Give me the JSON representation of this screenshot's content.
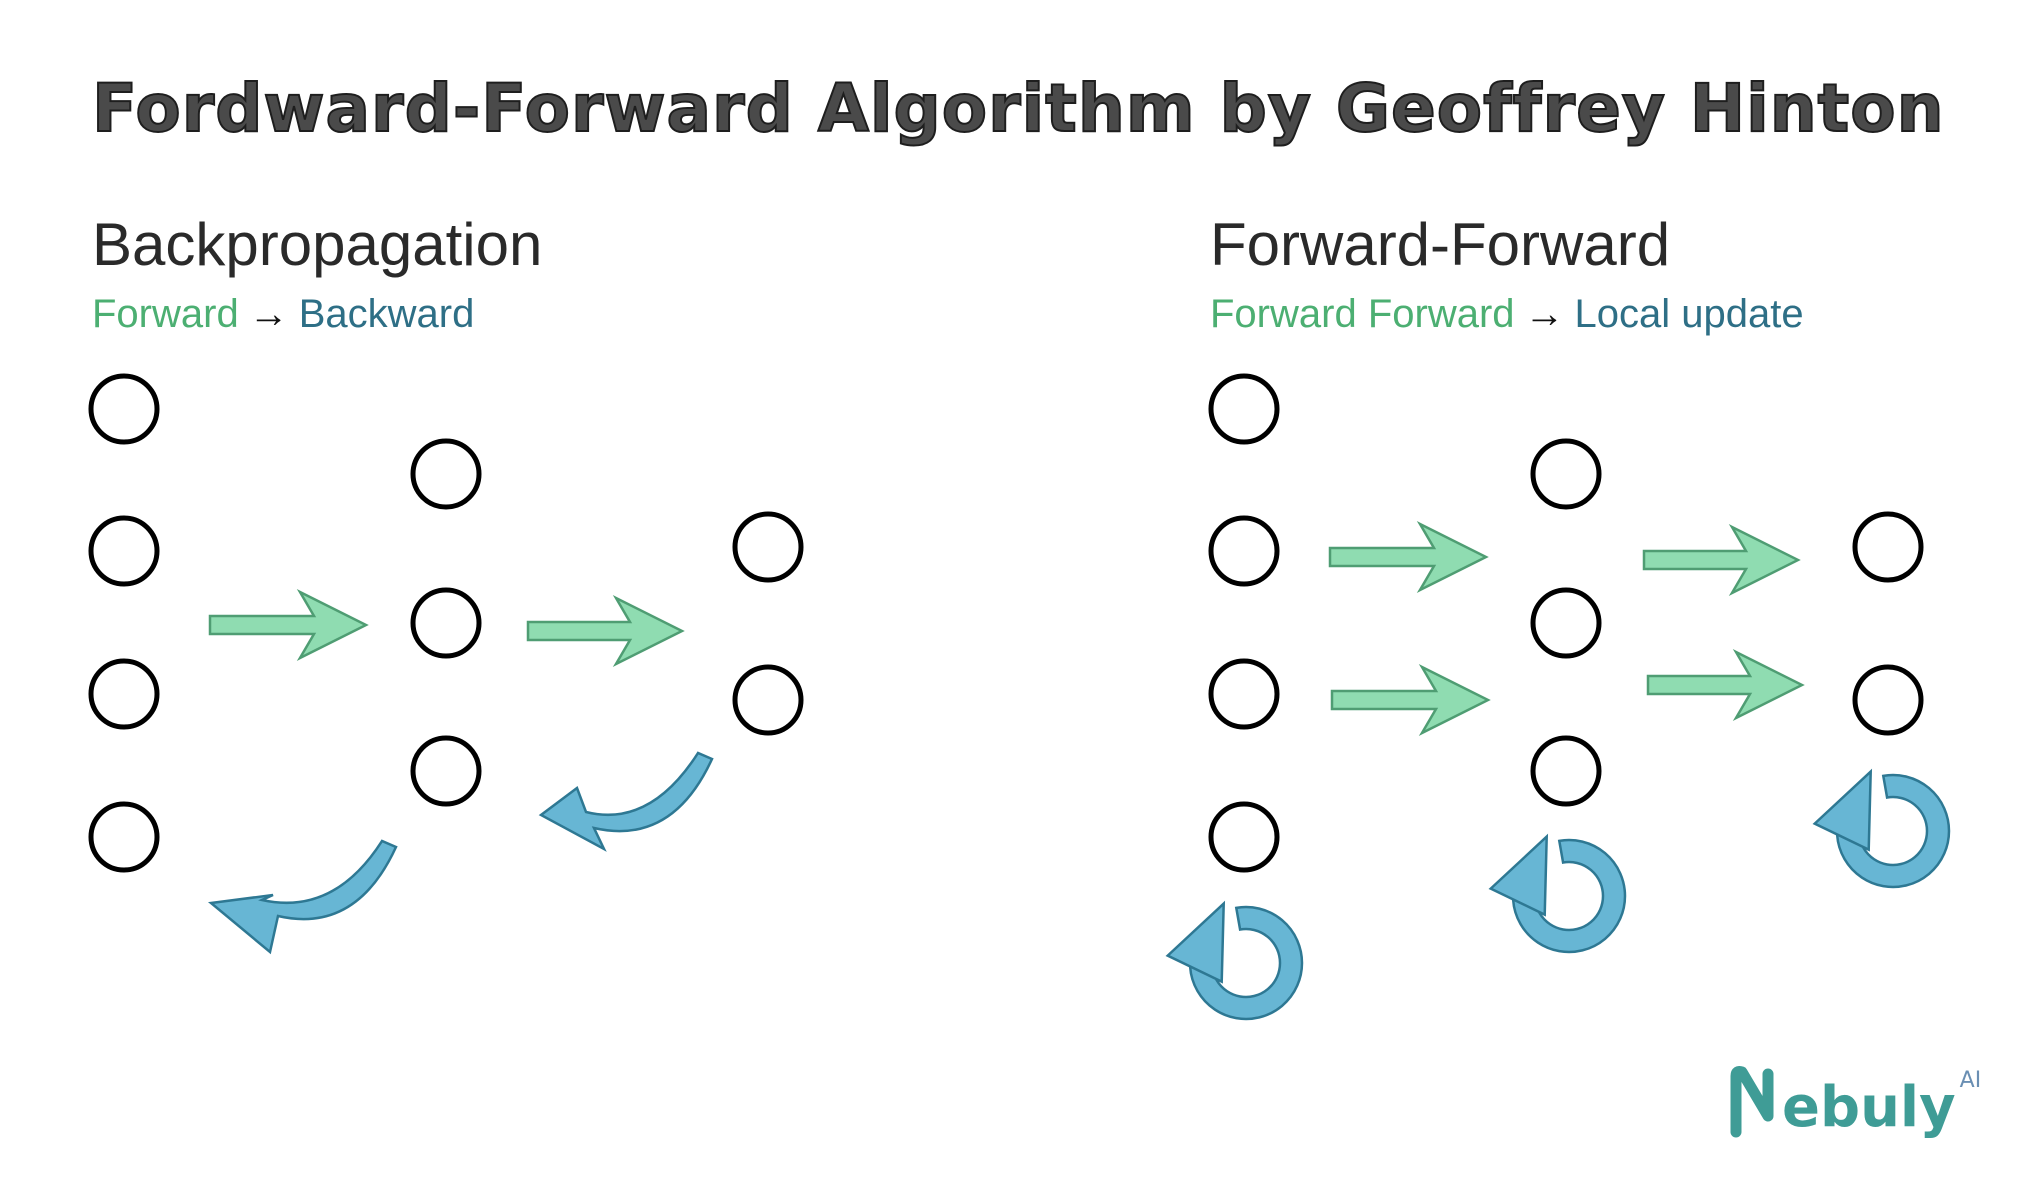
{
  "title": "Fordward-Forward Algorithm by Geoffrey Hinton",
  "backprop": {
    "title": "Backpropagation",
    "subtitle_a": "Forward",
    "arrow": "→",
    "subtitle_b": "Backward"
  },
  "forward_forward": {
    "title": "Forward-Forward",
    "subtitle_a": "Forward Forward",
    "arrow": "→",
    "subtitle_b": "Local update"
  },
  "layer_sizes": [
    4,
    3,
    2
  ],
  "colors": {
    "forward_arrow_fill": "#8fdcb1",
    "forward_arrow_stroke": "#4f9d73",
    "backward_arrow_fill": "#67b6d4",
    "backward_arrow_stroke": "#2e7893",
    "node_stroke": "#000000",
    "subtitle_forward": "#4caf72",
    "subtitle_backward": "#2e6f86",
    "logo": "#3f9c96"
  },
  "logo": {
    "text": "ebuly",
    "superscript": "AI"
  }
}
